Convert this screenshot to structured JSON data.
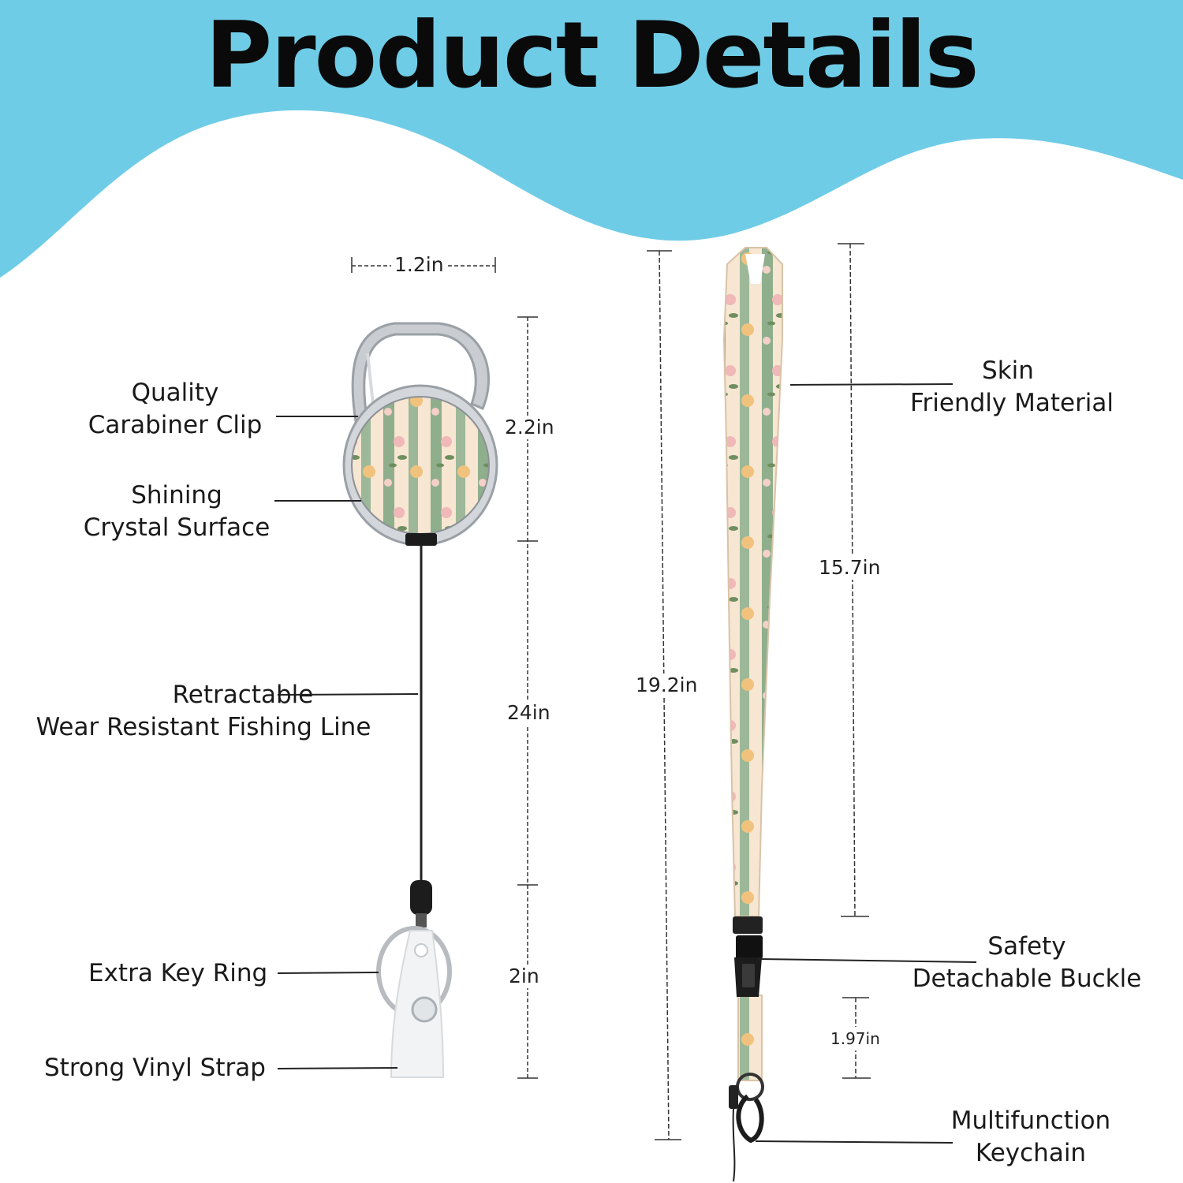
{
  "title": "Product Details",
  "colors": {
    "banner": "#6fcce6",
    "lanyard_green": "#8fae8c",
    "lanyard_cream": "#f6e6d2",
    "metal": "#c9ccd0",
    "text": "#1a1a1a"
  },
  "labels": {
    "carabiner": [
      "Quality",
      "Carabiner Clip"
    ],
    "crystal": [
      "Shining",
      "Crystal Surface"
    ],
    "line": [
      "Retractable",
      "Wear Resistant Fishing Line"
    ],
    "keyring": [
      "Extra Key Ring"
    ],
    "vinyl": [
      "Strong Vinyl Strap"
    ],
    "skin": [
      "Skin",
      "Friendly Material"
    ],
    "buckle": [
      "Safety",
      "Detachable Buckle"
    ],
    "keychain": [
      "Multifunction",
      "Keychain"
    ]
  },
  "dimensions": {
    "reel_width": "1.2in",
    "reel_height": "2.2in",
    "cord": "24in",
    "strap": "2in",
    "lanyard_total": "19.2in",
    "lanyard_loop": "15.7in",
    "lanyard_tail": "1.97in"
  },
  "icons": [
    "carabiner-clip-icon",
    "badge-reel-icon",
    "key-ring-icon",
    "vinyl-strap-icon",
    "lanyard-icon",
    "buckle-icon",
    "lobster-clasp-icon"
  ]
}
